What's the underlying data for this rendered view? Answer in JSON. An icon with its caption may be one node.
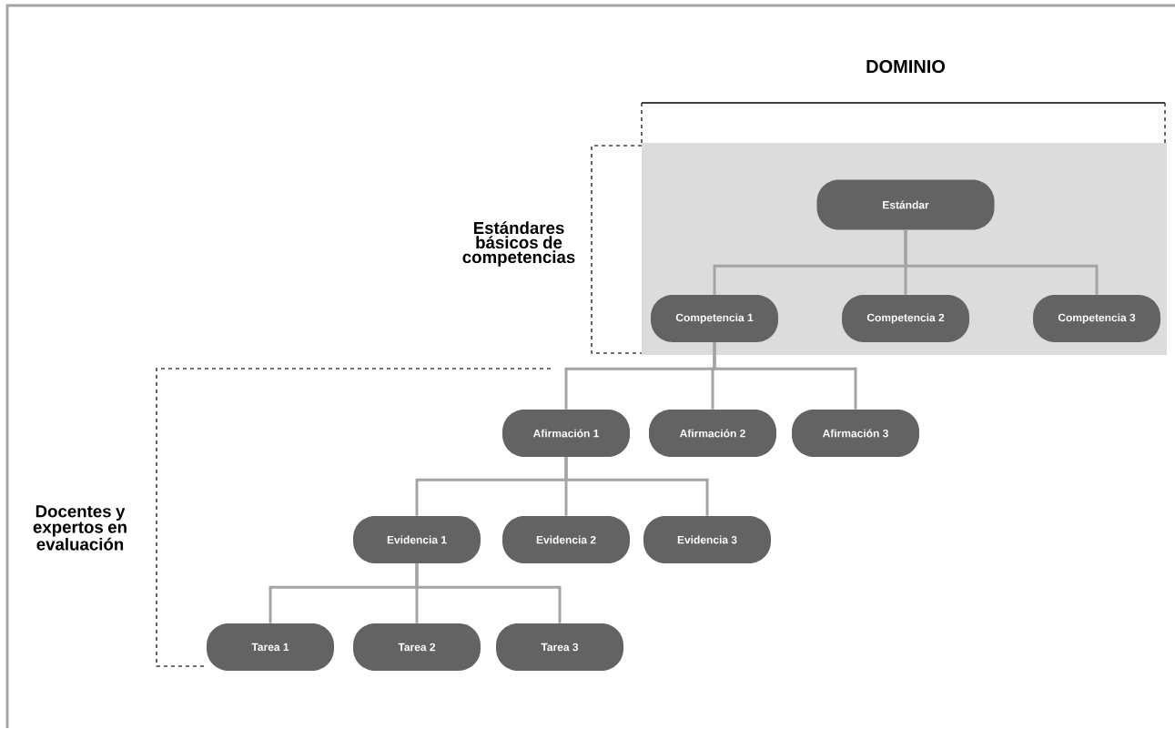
{
  "diagram": {
    "nodes": [
      {
        "text": [],
        "shape": "box"
      },
      {
        "text": [
          "Estándar"
        ],
        "in": 0
      },
      {
        "text": [
          "Competencia 1"
        ],
        "in": 0
      },
      {
        "text": [
          "Competencia 2"
        ],
        "in": 0
      },
      {
        "text": [
          "Competencia 3"
        ],
        "in": 0
      },
      {
        "text": [
          "Afirmación 1"
        ]
      },
      {
        "text": [
          "Afirmación 2"
        ]
      },
      {
        "text": [
          "Afirmación 3"
        ]
      },
      {
        "text": [
          "Evidencia 1"
        ]
      },
      {
        "text": [
          "Evidencia 2"
        ]
      },
      {
        "text": [
          "Evidencia 3"
        ]
      },
      {
        "text": [
          "Tarea 1"
        ]
      },
      {
        "text": [
          "Tarea 2"
        ]
      },
      {
        "text": [
          "Tarea 3"
        ]
      }
    ],
    "edges": [
      {
        "from": 1,
        "to": 2,
        "arrow": "none"
      },
      {
        "from": 1,
        "to": 3,
        "arrow": "none"
      },
      {
        "from": 1,
        "to": 4,
        "arrow": "none"
      },
      {
        "from": 2,
        "to": 5,
        "arrow": "none"
      },
      {
        "from": 2,
        "to": 6,
        "arrow": "none"
      },
      {
        "from": 2,
        "to": 7,
        "arrow": "none"
      },
      {
        "from": 5,
        "to": 8,
        "arrow": "none"
      },
      {
        "from": 5,
        "to": 9,
        "arrow": "none"
      },
      {
        "from": 5,
        "to": 10,
        "arrow": "none"
      },
      {
        "from": 8,
        "to": 11,
        "arrow": "none"
      },
      {
        "from": 8,
        "to": 12,
        "arrow": "none"
      },
      {
        "from": 8,
        "to": 13,
        "arrow": "none"
      }
    ],
    "labels": [
      "DOMINIO",
      "Estándares básicos de competencias",
      "Docentes y expertos en evaluación"
    ]
  }
}
